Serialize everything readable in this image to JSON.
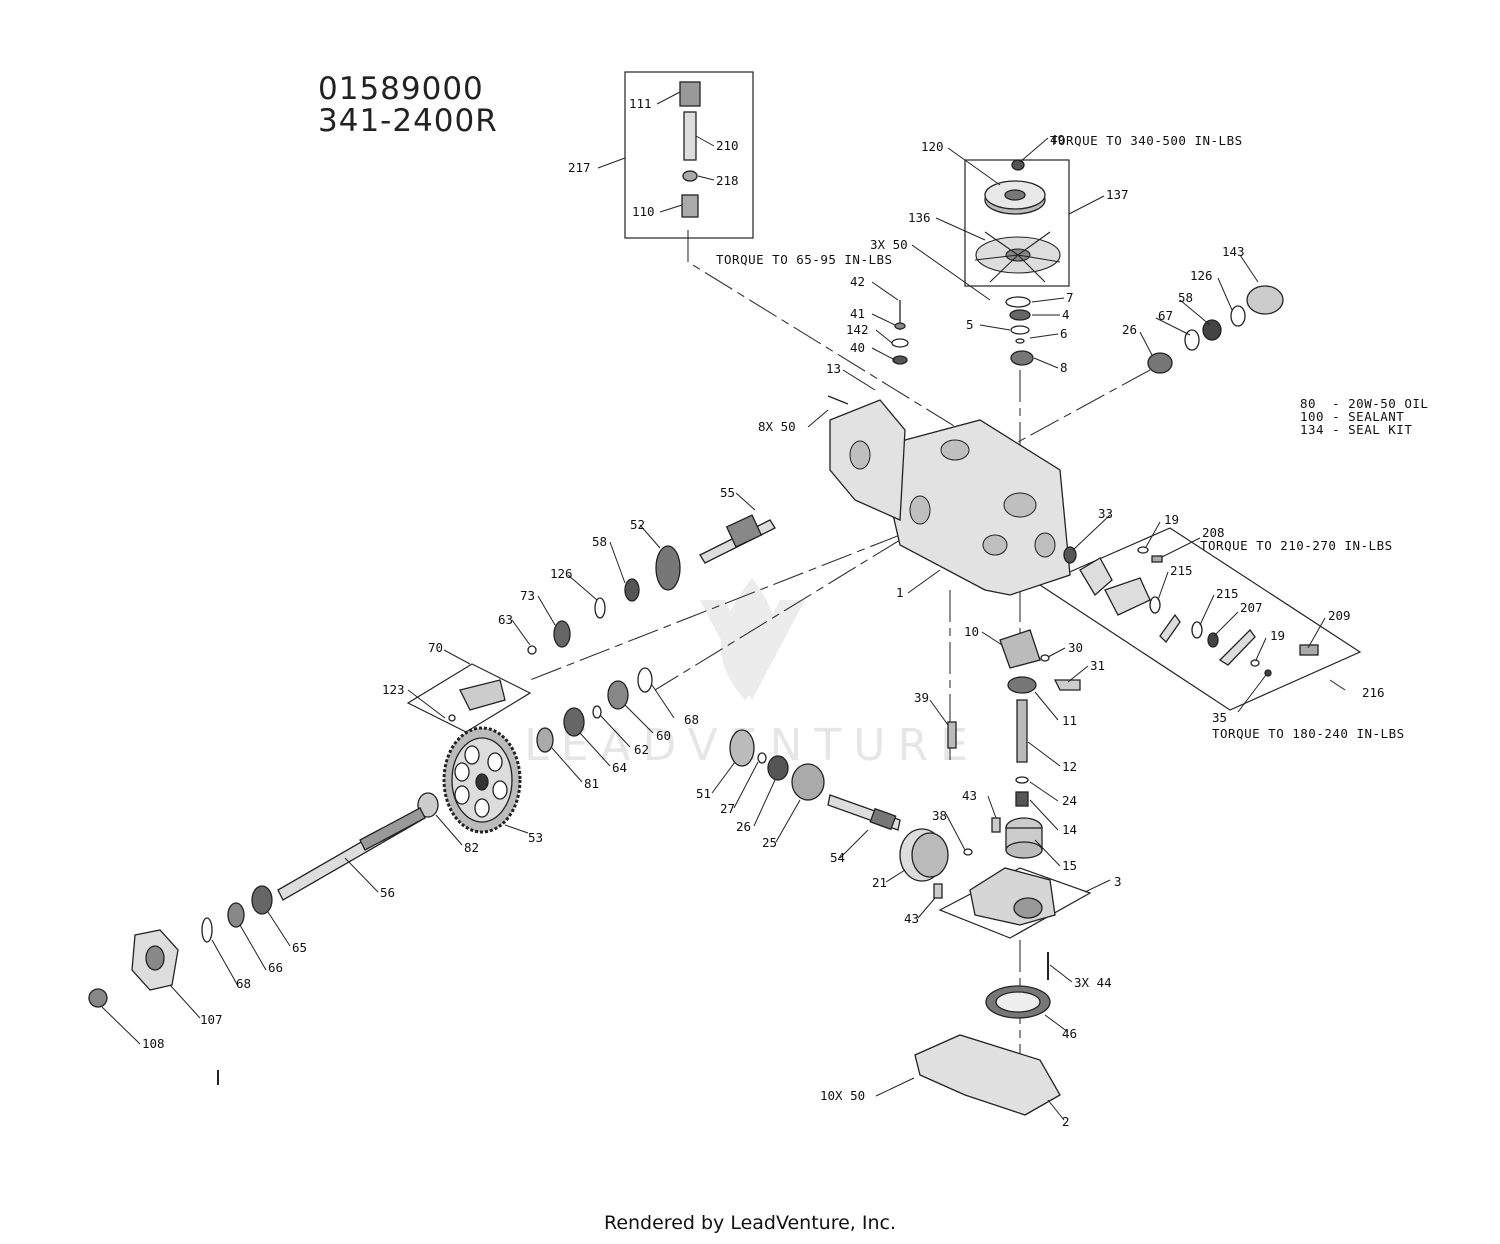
{
  "title": {
    "model_number": "01589000",
    "part_number": "341-2400R"
  },
  "notes": {
    "oil": "80  - 20W-50 OIL",
    "sealant": "100 - SEALANT",
    "seal_kit": "134 - SEAL KIT"
  },
  "torque_specs": [
    "TORQUE TO 340-500 IN-LBS",
    "TORQUE TO 65-95 IN-LBS",
    "TORQUE TO 210-270 IN-LBS",
    "TORQUE TO 180-240 IN-LBS"
  ],
  "callouts": [
    "111",
    "210",
    "218",
    "110",
    "217",
    "120",
    "49",
    "136",
    "137",
    "3X 50",
    "7",
    "4",
    "5",
    "6",
    "8",
    "42",
    "41",
    "142",
    "40",
    "143",
    "126",
    "58",
    "67",
    "26",
    "13",
    "8X 50",
    "55",
    "52",
    "58",
    "126",
    "73",
    "63",
    "33",
    "19",
    "208",
    "215",
    "215",
    "207",
    "209",
    "19",
    "216",
    "35",
    "1",
    "10",
    "30",
    "31",
    "11",
    "12",
    "24",
    "14",
    "15",
    "43",
    "39",
    "70",
    "123",
    "68",
    "60",
    "62",
    "64",
    "81",
    "53",
    "82",
    "56",
    "51",
    "27",
    "26",
    "25",
    "54",
    "38",
    "21",
    "43",
    "3",
    "3X 44",
    "46",
    "65",
    "66",
    "68",
    "107",
    "108",
    "10X 50",
    "2"
  ],
  "watermark": "LEADVENTURE",
  "footer": "Rendered by LeadVenture, Inc."
}
